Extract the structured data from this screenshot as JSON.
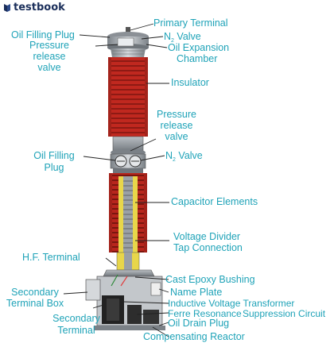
{
  "brand": {
    "name": "testbook",
    "color": "#1a2e5a"
  },
  "colors": {
    "label": "#1fa3b8",
    "insulator": "#c0281f",
    "metal": "#9aa0a6",
    "oil": "#e8d64a"
  },
  "labels": {
    "primary_terminal": "Primary Terminal",
    "oil_filling_plug_top": "Oil Filling Plug",
    "n2_valve_top": "N",
    "n2_valve_top_sub": "2",
    "n2_valve_top_rest": " Valve",
    "pressure_release_top_1": "Pressure",
    "pressure_release_top_2": "release",
    "pressure_release_top_3": "valve",
    "oil_expansion_1": "Oil Expansion",
    "oil_expansion_2": "Chamber",
    "insulator": "Insulator",
    "pressure_release_mid_1": "Pressure",
    "pressure_release_mid_2": "release",
    "pressure_release_mid_3": "valve",
    "oil_filling_plug_mid_1": "Oil Filling",
    "oil_filling_plug_mid_2": "Plug",
    "n2_valve_mid": "N",
    "n2_valve_mid_sub": "2",
    "n2_valve_mid_rest": " Valve",
    "capacitor_elements": "Capacitor Elements",
    "voltage_divider_1": "Voltage Divider",
    "voltage_divider_2": "Tap Connection",
    "hf_terminal": "H.F. Terminal",
    "cast_epoxy": "Cast Epoxy Bushing",
    "secondary_box_1": "Secondary",
    "secondary_box_2": "Terminal Box",
    "name_plate": "Name Plate",
    "inductive_vt": "Inductive Voltage Transformer",
    "secondary_terminal_1": "Secondary",
    "secondary_terminal_2": "Terminal",
    "ferre_resonance": "Ferre Resonance",
    "suppression_circuit": "Suppression Circuit",
    "oil_drain": "Oil Drain Plug",
    "compensating_reactor": "Compensating Reactor"
  }
}
